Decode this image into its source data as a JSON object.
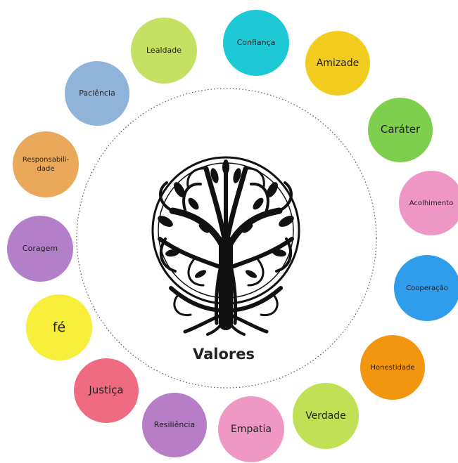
{
  "center": {
    "label": "Valores"
  },
  "values": [
    {
      "key": "lealdade",
      "label": "Lealdade",
      "color": "#c5e063"
    },
    {
      "key": "confianca",
      "label": "Confiança",
      "color": "#1cc9d5"
    },
    {
      "key": "amizade",
      "label": "Amizade",
      "color": "#f2cd1f"
    },
    {
      "key": "carater",
      "label": "Caráter",
      "color": "#7fcf4e"
    },
    {
      "key": "acolhimento",
      "label": "Acolhimento",
      "color": "#ee97c4"
    },
    {
      "key": "cooperacao",
      "label": "Cooperação",
      "color": "#2f9cec"
    },
    {
      "key": "honestidade",
      "label": "Honestidade",
      "color": "#f3960f"
    },
    {
      "key": "verdade",
      "label": "Verdade",
      "color": "#c1e055"
    },
    {
      "key": "empatia",
      "label": "Empatia",
      "color": "#ee98c3"
    },
    {
      "key": "resiliencia",
      "label": "Resiliência",
      "color": "#b77dc7"
    },
    {
      "key": "justica",
      "label": "Justiça",
      "color": "#ef6b81"
    },
    {
      "key": "fe",
      "label": "fé",
      "color": "#f6ee3b"
    },
    {
      "key": "coragem",
      "label": "Coragem",
      "color": "#b37fc9"
    },
    {
      "key": "responsabilidade",
      "label": "Responsabili-\ndade",
      "color": "#eaa95a"
    },
    {
      "key": "paciencia",
      "label": "Paciência",
      "color": "#8fb3d9"
    }
  ],
  "icons": {
    "center_illustration": "tree-of-life-icon"
  }
}
